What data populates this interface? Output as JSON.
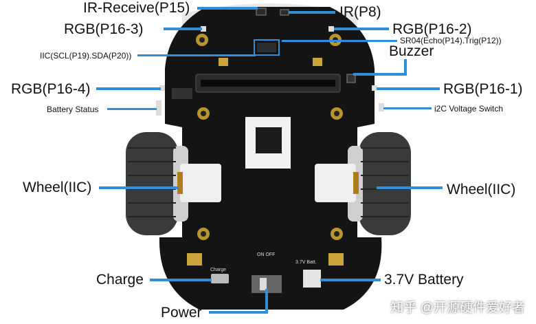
{
  "labels": {
    "ir_receive": "IR-Receive(P15)",
    "ir": "IR(P8)",
    "rgb_left_top": "RGB(P16-3)",
    "rgb_right_top": "RGB(P16-2)",
    "sr04": "SR04(Echo(P14).Trig(P12))",
    "iic": "IIC(SCL(P19).SDA(P20))",
    "buzzer": "Buzzer",
    "rgb_left_mid": "RGB(P16-4)",
    "rgb_right_mid": "RGB(P16-1)",
    "battery_status": "Battery Status",
    "i2c_switch": "i2C Voltage Switch",
    "wheel_left": "Wheel(IIC)",
    "wheel_right": "Wheel(IIC)",
    "charge": "Charge",
    "battery": "3.7V Battery",
    "power": "Power"
  },
  "board_text": {
    "charge_port": "Charge",
    "battery_port": "3.7V Batt.",
    "power_switch": "ON OFF"
  },
  "watermark": "知乎 @开源硬件爱好者",
  "colors": {
    "leader_line": "#2f8fd8",
    "pcb": "#141414",
    "wheel": "#3a3a3a",
    "motor": "#efefef"
  }
}
